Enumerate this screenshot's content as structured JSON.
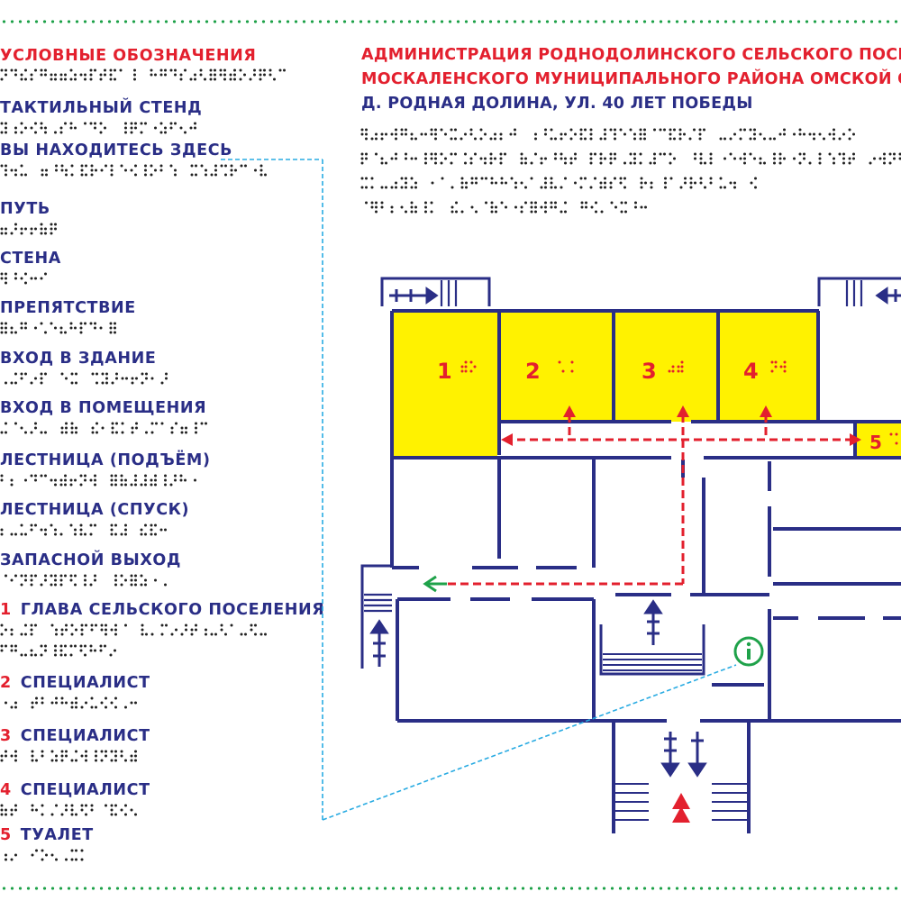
{
  "legend": {
    "heading": "УСЛОВНЫЕ ОБОЗНАЧЕНИЯ",
    "items": [
      {
        "num": "",
        "label": "ТАКТИЛЬНЫЙ  СТЕНД"
      },
      {
        "num": "",
        "label": "ВЫ  НАХОДИТЕСЬ  ЗДЕСЬ"
      },
      {
        "num": "",
        "label": "ПУТЬ"
      },
      {
        "num": "",
        "label": "СТЕНА"
      },
      {
        "num": "",
        "label": "ПРЕПЯТСТВИЕ"
      },
      {
        "num": "",
        "label": "ВХОД  В  ЗДАНИЕ"
      },
      {
        "num": "",
        "label": "ВХОД  В  ПОМЕЩЕНИЯ"
      },
      {
        "num": "",
        "label": "ЛЕСТНИЦА  (ПОДЪЁМ)"
      },
      {
        "num": "",
        "label": "ЛЕСТНИЦА  (СПУСК)"
      },
      {
        "num": "",
        "label": "ЗАПАСНОЙ  ВЫХОД"
      },
      {
        "num": "1",
        "label": "ГЛАВА  СЕЛЬСКОГО  ПОСЕЛЕНИЯ"
      },
      {
        "num": "2",
        "label": "СПЕЦИАЛИСТ"
      },
      {
        "num": "3",
        "label": "СПЕЦИАЛИСТ"
      },
      {
        "num": "4",
        "label": "СПЕЦИАЛИСТ"
      },
      {
        "num": "5",
        "label": "ТУАЛЕТ"
      }
    ]
  },
  "title": {
    "line1": "АДМИНИСТРАЦИЯ РОДНОДОЛИНСКОГО СЕЛЬСКОГО ПОСЕЛЕНИЯ",
    "line2": "МОСКАЛЕНСКОГО МУНИЦИПАЛЬНОГО РАЙОНА ОМСКОЙ ОБЛАСТИ",
    "line3": "Д. РОДНАЯ ДОЛИНА, УЛ. 40 ЛЕТ ПОБЕДЫ"
  },
  "rooms": [
    {
      "num": "1",
      "name": "Глава сельского поселения"
    },
    {
      "num": "2",
      "name": "Специалист"
    },
    {
      "num": "3",
      "name": "Специалист"
    },
    {
      "num": "4",
      "name": "Специалист"
    },
    {
      "num": "5",
      "name": "Туалет"
    }
  ],
  "info_icon": "info-icon",
  "colors": {
    "wall": "#2a2e86",
    "room_fill": "#fff200",
    "route": "#e3202e",
    "emergency": "#1fa24a",
    "you_are_here": "#29abe2",
    "border_dots": "#1fa24a",
    "braille": "#222222"
  }
}
